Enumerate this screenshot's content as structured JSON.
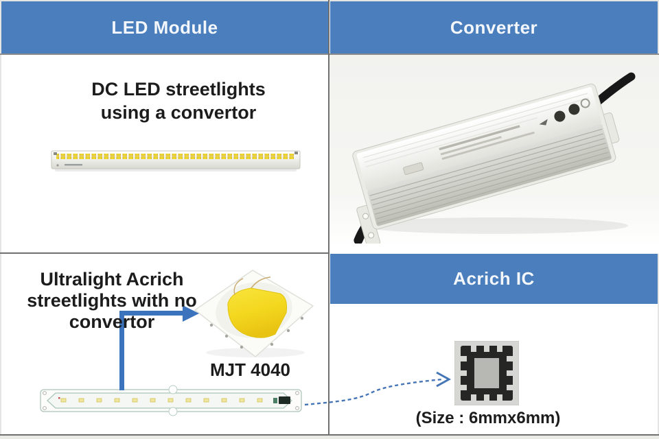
{
  "colors": {
    "header_blue": "#4b7ebc",
    "header_text": "#f3f7fc",
    "text_dark": "#1c1c1c",
    "border_gray": "#707070",
    "arrow_blue": "#3b74bc",
    "dashed_blue": "#4575b4",
    "led_yellow": "#f0d92f",
    "photo_bg": "#f4f4f1"
  },
  "headers": {
    "led_module": "LED Module",
    "converter": "Converter",
    "acrich_ic": "Acrich IC"
  },
  "led_module_cell": {
    "caption_line1": "DC LED streetlights",
    "caption_line2": "using a convertor"
  },
  "acrich_cell": {
    "caption_line1": "Ultralight Acrich",
    "caption_line2": "streetlights with no",
    "caption_line3": "convertor",
    "chip_label": "MJT 4040"
  },
  "acrich_ic_cell": {
    "size_label": "(Size : 6mmx6mm)"
  }
}
